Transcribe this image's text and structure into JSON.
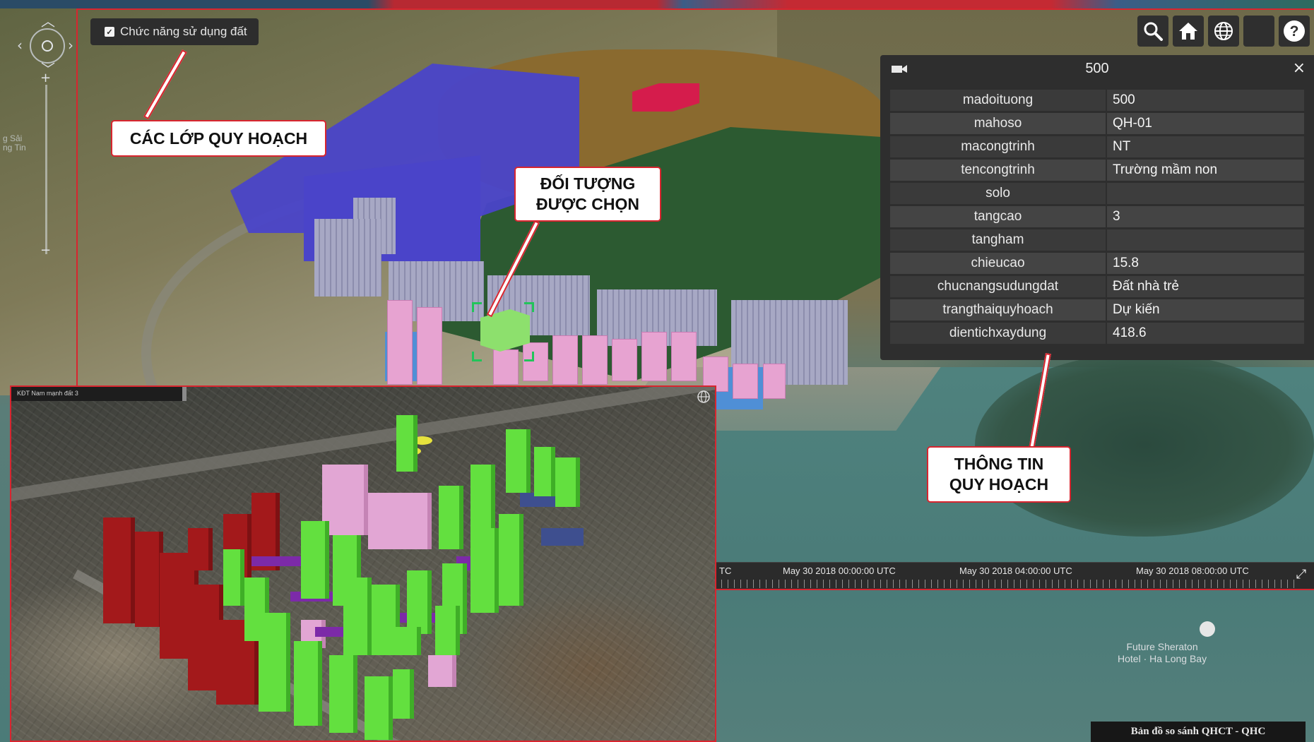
{
  "map": {
    "layer_toggle_label": "Chức năng sử dụng đất",
    "layer_toggle_checked": true,
    "hotel_label_line1": "Future Sheraton",
    "hotel_label_line2": "Hotel · Ha Long Bay",
    "compare_label": "Bản đồ so sánh QHCT - QHC",
    "side_label_1": "g Sải",
    "side_label_2": "ng Tin"
  },
  "toolbar": {
    "buttons": [
      {
        "name": "search-button",
        "icon": "search-icon"
      },
      {
        "name": "home-button",
        "icon": "home-icon"
      },
      {
        "name": "globe-button",
        "icon": "globe-icon"
      },
      {
        "name": "layers-button",
        "icon": "blank-icon"
      },
      {
        "name": "help-button",
        "icon": "help-icon"
      }
    ]
  },
  "info_panel": {
    "title": "500",
    "close_label": "×",
    "rows": [
      {
        "key": "madoituong",
        "value": "500"
      },
      {
        "key": "mahoso",
        "value": "QH-01"
      },
      {
        "key": "macongtrinh",
        "value": "NT"
      },
      {
        "key": "tencongtrinh",
        "value": "Trường mầm non"
      },
      {
        "key": "solo",
        "value": ""
      },
      {
        "key": "tangcao",
        "value": "3"
      },
      {
        "key": "tangham",
        "value": ""
      },
      {
        "key": "chieucao",
        "value": "15.8"
      },
      {
        "key": "chucnangsudungdat",
        "value": "Đất nhà trẻ"
      },
      {
        "key": "trangthaiquyhoach",
        "value": "Dự kiến"
      },
      {
        "key": "dientichxaydung",
        "value": "418.6"
      }
    ]
  },
  "callouts": {
    "layers": "CÁC LỚP QUY HOẠCH",
    "selected_line1": "ĐỐI TƯỢNG",
    "selected_line2": "ĐƯỢC CHỌN",
    "info_line1": "THÔNG TIN",
    "info_line2": "QUY HOẠCH"
  },
  "timeline": {
    "label_partial": "TC",
    "label_1": "May 30 2018 00:00:00 UTC",
    "label_2": "May 30 2018 04:00:00 UTC",
    "label_3": "May 30 2018 08:00:00 UTC"
  },
  "inset": {
    "title": "KĐT Nam mạnh đất 3"
  },
  "colors": {
    "callout_border": "#d8252f",
    "zone_blue": "#4a44c9",
    "zone_brown": "#8a6a2f",
    "zone_green": "#2c5a31",
    "selected_object": "#8de06d",
    "inset_green": "#63e03f",
    "inset_red": "#a3191b"
  }
}
